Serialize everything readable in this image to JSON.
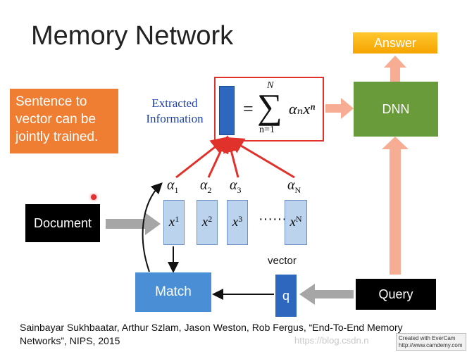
{
  "title": "Memory Network",
  "note": [
    "Sentence to",
    "vector can be",
    "jointly trained."
  ],
  "extracted_info_label": [
    "Extracted",
    "Information"
  ],
  "formula": {
    "equals": "=",
    "sum_symbol": "∑",
    "upper": "N",
    "lower": "n=1",
    "term": "αₙxⁿ"
  },
  "answer_label": "Answer",
  "dnn_label": "DNN",
  "document_label": "Document",
  "query_label": "Query",
  "match_label": "Match",
  "q_label": "q",
  "vector_label": "vector",
  "memory": {
    "x_items": [
      {
        "base": "x",
        "sup": "1"
      },
      {
        "base": "x",
        "sup": "2"
      },
      {
        "base": "x",
        "sup": "3"
      },
      {
        "base": "x",
        "sup": "N"
      }
    ],
    "alpha_items": [
      {
        "base": "α",
        "sub": "1"
      },
      {
        "base": "α",
        "sub": "2"
      },
      {
        "base": "α",
        "sub": "3"
      },
      {
        "base": "α",
        "sub": "N"
      }
    ],
    "dots": "······"
  },
  "citation": [
    "Sainbayar Sukhbaatar, Arthur Szlam, Jason Weston, Rob Fergus, “End-To-End Memory",
    "Networks”, NIPS, 2015"
  ],
  "watermark": "https://blog.csdn.n",
  "stamp": [
    "Created with EverCam",
    "http://www.camdemy.com"
  ],
  "colors": {
    "note_orange": "#ef7d32",
    "frame_red": "#e0312b",
    "dnn_green": "#6a9b3a",
    "answer_yellow": "#f5a400",
    "match_blue": "#4a8fd6",
    "q_blue": "#2e67be",
    "memory_blue": "#bcd3ee",
    "flow_arrow_salmon": "#f6ad93",
    "input_arrow_gray": "#a6a6a6"
  }
}
